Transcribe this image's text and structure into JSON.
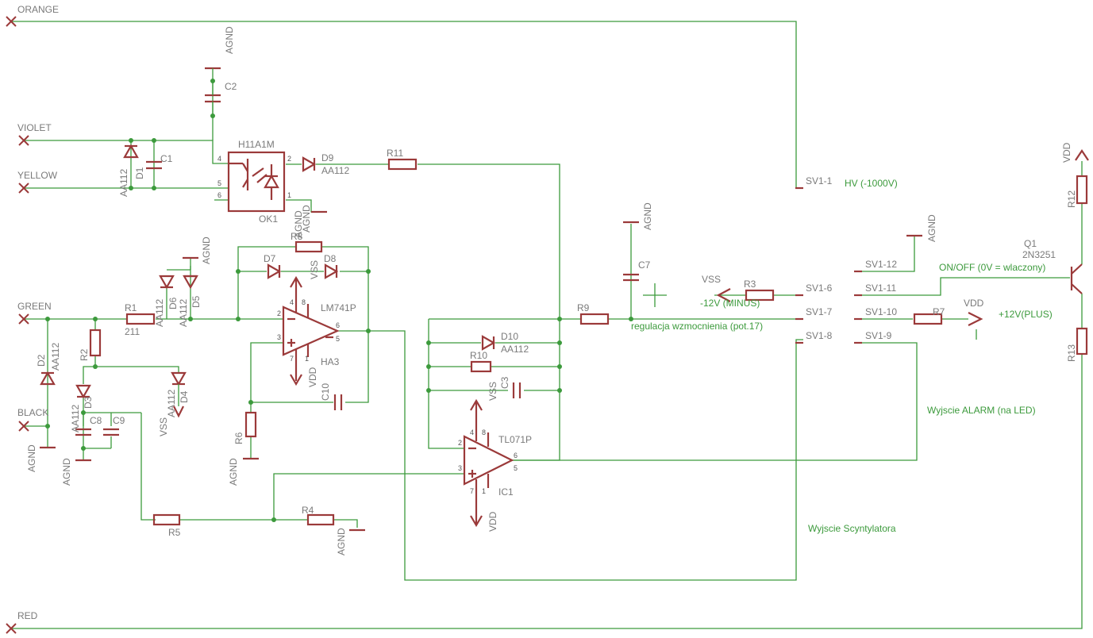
{
  "nets": {
    "orange": "ORANGE",
    "violet": "VIOLET",
    "yellow": "YELLOW",
    "green": "GREEN",
    "black": "BLACK",
    "red": "RED"
  },
  "parts": {
    "ok1_name": "H11A1M",
    "ok1_ref": "OK1",
    "c1": "C1",
    "c2": "C2",
    "c3": "C3",
    "c7": "C7",
    "c8": "C8",
    "c9": "C9",
    "c10": "C10",
    "d1": "D1",
    "d2": "D2",
    "d3": "D3",
    "d4": "D4",
    "d5": "D5",
    "d6": "D6",
    "d7": "D7",
    "d8": "D8",
    "d9": "D9",
    "d10": "D10",
    "r1": "R1",
    "r1_value": "211",
    "r2": "R2",
    "r3": "R3",
    "r4": "R4",
    "r5": "R5",
    "r6": "R6",
    "r7": "R7",
    "r8": "R8",
    "r9": "R9",
    "r10": "R10",
    "r11": "R11",
    "r12": "R12",
    "r13": "R13",
    "diode_value": "AA112",
    "ha3_type": "LM741P",
    "ha3_ref": "HA3",
    "ic1_type": "TL071P",
    "ic1_ref": "IC1",
    "q1_ref": "Q1",
    "q1_type": "2N3251"
  },
  "supplies": {
    "agnd": "AGND",
    "vss": "VSS",
    "vdd": "VDD"
  },
  "pins": {
    "ok1": {
      "p1": "1",
      "p2": "2",
      "p4": "4",
      "p5": "5",
      "p6": "6"
    },
    "opamp": {
      "p1": "1",
      "p2": "2",
      "p3": "3",
      "p4": "4",
      "p5": "5",
      "p6": "6",
      "p7": "7",
      "p8": "8"
    }
  },
  "connector": {
    "sv1_1": "SV1-1",
    "sv1_6": "SV1-6",
    "sv1_7": "SV1-7",
    "sv1_8": "SV1-8",
    "sv1_9": "SV1-9",
    "sv1_10": "SV1-10",
    "sv1_11": "SV1-11",
    "sv1_12": "SV1-12"
  },
  "notes": {
    "hv": "HV (-1000V)",
    "onoff": "ON/OFF (0V = wlaczony)",
    "minus12": "-12V (MINUS)",
    "plus12": "+12V(PLUS)",
    "gain": "regulacja wzmocnienia (pot.17)",
    "alarm": "Wyjscie ALARM (na LED)",
    "scint": "Wyjscie Scyntylatora"
  }
}
